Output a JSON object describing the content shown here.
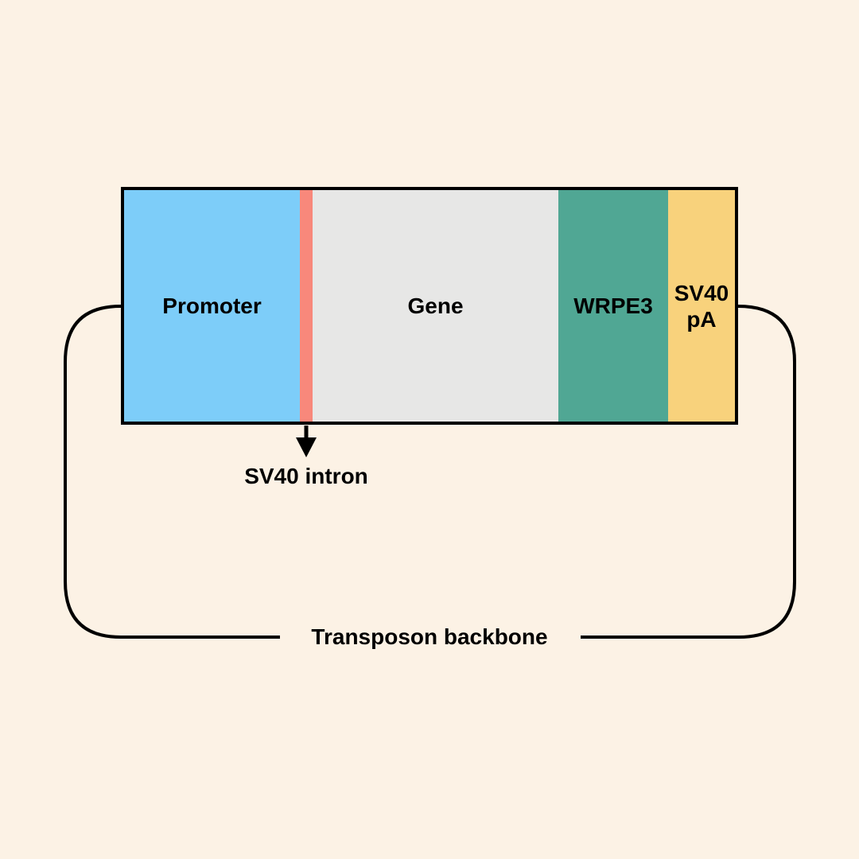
{
  "colors": {
    "background": "#FCF2E5",
    "line": "#000000",
    "text": "#000000"
  },
  "construct": {
    "segments": [
      {
        "id": "promoter",
        "label": "Promoter",
        "color": "#7DCDF9"
      },
      {
        "id": "sv40-intron-stripe",
        "label": "",
        "color": "#F8887B"
      },
      {
        "id": "gene",
        "label": "Gene",
        "color": "#E7E7E6"
      },
      {
        "id": "wrpe3",
        "label": "WRPE3",
        "color": "#50A794"
      },
      {
        "id": "sv40-pa",
        "label": "SV40 pA",
        "color": "#F8D27C"
      }
    ]
  },
  "annotations": {
    "intron_label": "SV40 intron",
    "backbone_label": "Transposon backbone"
  }
}
